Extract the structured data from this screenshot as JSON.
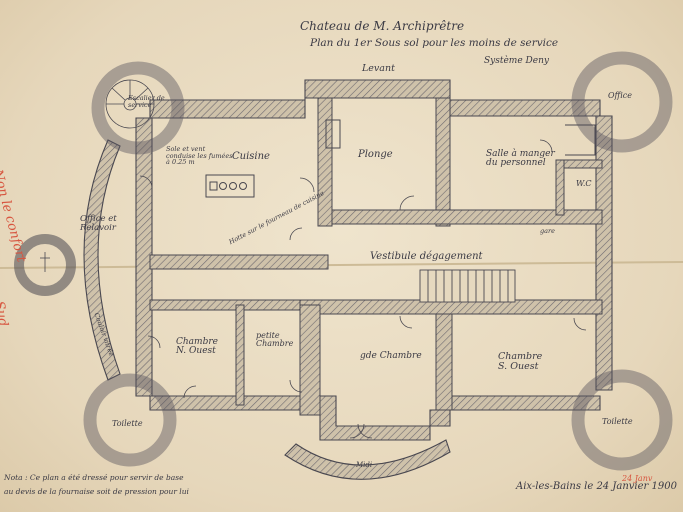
{
  "title": {
    "line1": "Chateau de M. Archiprêtre",
    "line2": "Plan du 1er Sous sol pour les moins de service",
    "line2b": "Système Deny",
    "subtitle": "Levant"
  },
  "rooms": {
    "escalier_service": "Escalier de service",
    "office_ne": "Office",
    "cuisine": "Cuisine",
    "plonge": "Plonge",
    "salle_personnel": "Salle à manger du personnel",
    "wc": "W.C",
    "office_relavoir": "Office et Relavoir",
    "vestibule": "Vestibule dégagement",
    "chambre_no": "Chambre N. Ouest",
    "petite_chambre": "petite Chambre",
    "chambre_centre": "gde Chambre",
    "chambre_so": "Chambre S. Ouest",
    "toilette_left": "Toilette",
    "toilette_right": "Toilette",
    "couloir": "Couloir vitrée",
    "midi": "Midi"
  },
  "notes": {
    "cuisine_note": "Sole et vent conduise les fumées à 0.25 m",
    "hood_note": "Hotte sur le fourneau de cuisine",
    "gare": "gare"
  },
  "footer": {
    "note_line1": "Nota : Ce plan a été dressé pour servir de base",
    "note_line2": "au devis de la fournaise soit de pression pour lui",
    "place_date": "Aix-les-Bains le 24 Janvier 1900",
    "date_mark": "24 Janv"
  },
  "margin_note": {
    "red_line1": "Non le confort",
    "red_line2": "Sud"
  }
}
